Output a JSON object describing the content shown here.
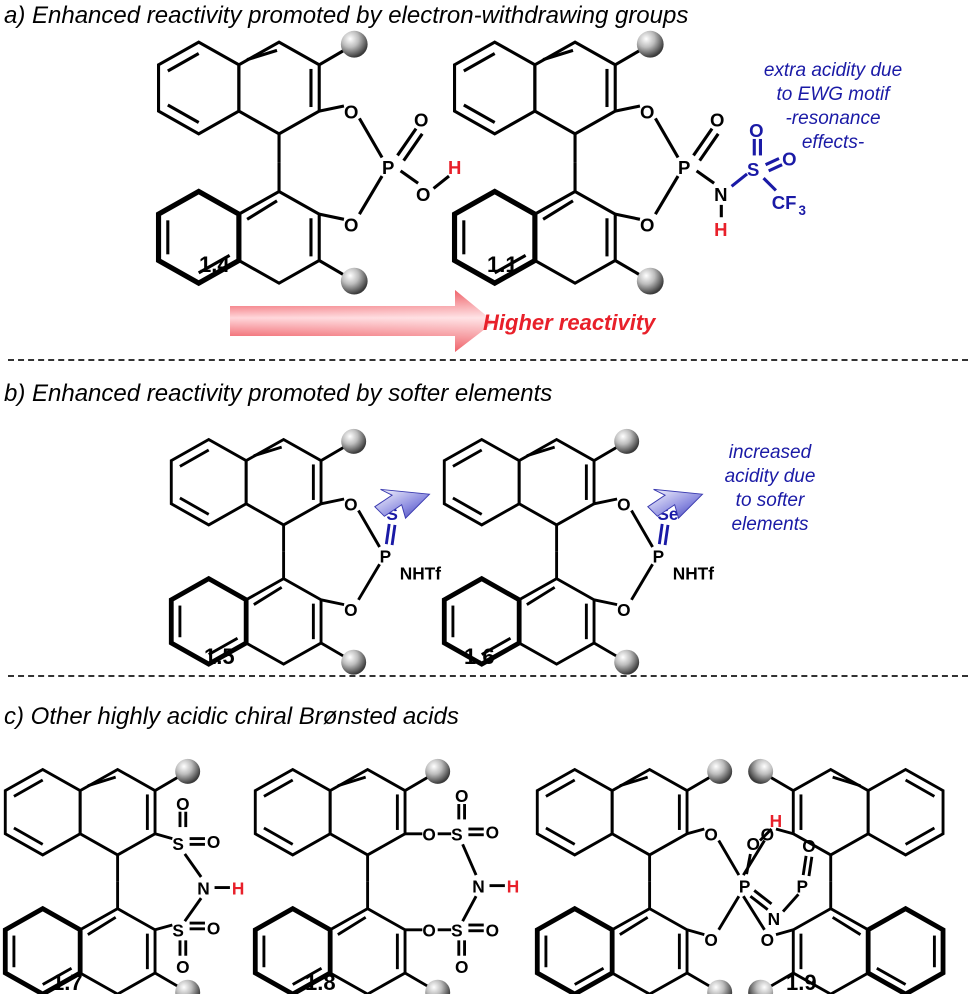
{
  "sections": {
    "a": {
      "title": "a) Enhanced reactivity promoted by electron-withdrawing groups"
    },
    "b": {
      "title": "b) Enhanced reactivity promoted by softer elements"
    },
    "c": {
      "title": "c) Other highly acidic chiral Brønsted acids"
    }
  },
  "compounds": {
    "c14": {
      "label": "1.4",
      "atoms": {
        "o1": "O",
        "o2": "O",
        "o3": "O",
        "p": "P",
        "o4": "O",
        "h": "H"
      }
    },
    "c11": {
      "label": "1.1",
      "atoms": {
        "o1": "O",
        "o2": "O",
        "o3": "O",
        "p": "P",
        "n": "N",
        "h": "H",
        "s": "S",
        "so1": "O",
        "so2": "O",
        "cf3": "CF",
        "cf3_sub": "3"
      }
    },
    "c15": {
      "label": "1.5",
      "atoms": {
        "o1": "O",
        "o2": "O",
        "p": "P",
        "s": "S",
        "nhtf": "NHTf"
      }
    },
    "c16": {
      "label": "1.6",
      "atoms": {
        "o1": "O",
        "o2": "O",
        "p": "P",
        "se": "Se",
        "nhtf": "NHTf"
      }
    },
    "c17": {
      "label": "1.7",
      "atoms": {
        "s1": "S",
        "s2": "S",
        "o1": "O",
        "o2": "O",
        "o3": "O",
        "o4": "O",
        "n": "N",
        "h": "H"
      }
    },
    "c18": {
      "label": "1.8",
      "atoms": {
        "oa": "O",
        "ob": "O",
        "s1": "S",
        "s2": "S",
        "o1": "O",
        "o2": "O",
        "o3": "O",
        "o4": "O",
        "n": "N",
        "h": "H"
      }
    },
    "c19": {
      "label": "1.9",
      "atoms": {
        "o1": "O",
        "o2": "O",
        "o3": "O",
        "o4": "O",
        "o5": "O",
        "o6": "O",
        "p1": "P",
        "p2": "P",
        "n": "N",
        "h": "H"
      }
    }
  },
  "annotations": {
    "ewg_note": [
      "extra acidity due",
      "to EWG motif",
      "-resonance",
      "effects-"
    ],
    "softer_note": [
      "increased",
      "acidity due",
      "to softer",
      "elements"
    ],
    "reactivity_arrow": "Higher reactivity"
  },
  "colors": {
    "annotation_blue": "#1a1aa6",
    "hydrogen_red": "#e8202a",
    "arrow_red": "#e8202a"
  }
}
